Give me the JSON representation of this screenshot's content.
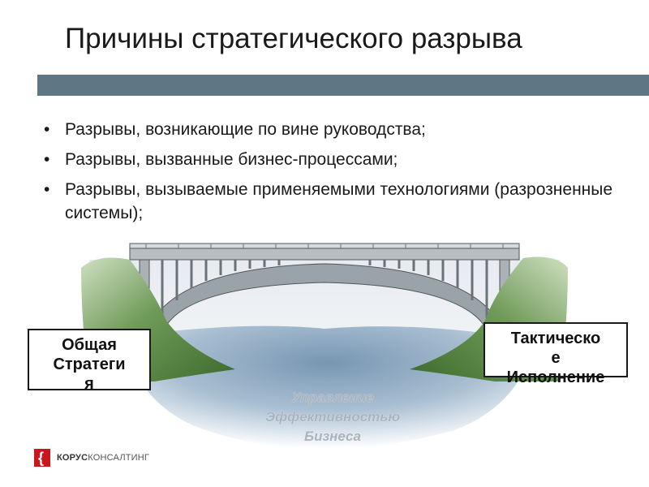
{
  "title": "Причины стратегического разрыва",
  "bullets": [
    {
      "text": "Разрывы, возникающие по вине руководства;"
    },
    {
      "text": "Разрывы, вызванные бизнес-процессами;"
    },
    {
      "text": "Разрывы, вызываемые применяемыми технологиями (разрозненные системы);"
    }
  ],
  "left_box": {
    "line1": "Общая",
    "line2": "Стратеги",
    "line3": "я"
  },
  "right_box": {
    "line1": "Тактическо",
    "line2": "е",
    "line3": "Исполнение"
  },
  "river_label": {
    "line1": "Управление",
    "line2": "Эффективностью",
    "line3": "Бизнеса"
  },
  "logo": {
    "brand": "КОРУС",
    "suffix": "КОНСАЛТИНГ",
    "mark": "{"
  },
  "colors": {
    "title_bar": "#5f7785",
    "logo_red": "#c8161d",
    "hill_green": "#4e7a3c",
    "water": "#7f9fb8"
  }
}
